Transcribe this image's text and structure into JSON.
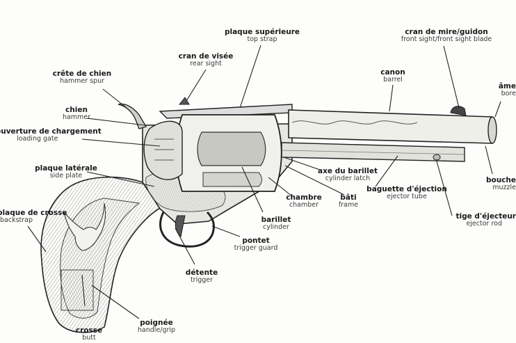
{
  "labels": {
    "plaque_superieure": {
      "fr": "plaque supérieure",
      "en": "top strap"
    },
    "cran_de_mire": {
      "fr": "cran de mire/guidon",
      "en": "front sight/front sight blade"
    },
    "cran_de_visee": {
      "fr": "cran de visée",
      "en": "rear sight"
    },
    "crete_de_chien": {
      "fr": "crête de chien",
      "en": "hammer spur"
    },
    "canon": {
      "fr": "canon",
      "en": "barrel"
    },
    "ame": {
      "fr": "âme",
      "en": "bore"
    },
    "chien": {
      "fr": "chien",
      "en": "hammer"
    },
    "ouverture": {
      "fr": "ouverture de chargement",
      "en": "loading gate"
    },
    "axe_barillet": {
      "fr": "axe du barillet",
      "en": "cylinder latch"
    },
    "plaque_laterale": {
      "fr": "plaque latérale",
      "en": "side plate"
    },
    "baguette": {
      "fr": "baguette d'éjection",
      "en": "ejector tube"
    },
    "chambre": {
      "fr": "chambre",
      "en": "chamber"
    },
    "bati": {
      "fr": "bâti",
      "en": "frame"
    },
    "bouche": {
      "fr": "bouche",
      "en": "muzzle"
    },
    "plaque_crosse": {
      "fr": "plaque de crosse",
      "en": "backstrap"
    },
    "tige": {
      "fr": "tige d'éjecteur",
      "en": "ejector rod"
    },
    "barillet": {
      "fr": "barillet",
      "en": "cylinder"
    },
    "pontet": {
      "fr": "pontet",
      "en": "trigger guard"
    },
    "detente": {
      "fr": "détente",
      "en": "trigger"
    },
    "poignee": {
      "fr": "poignée",
      "en": "handle/grip"
    },
    "crosse": {
      "fr": "crosse",
      "en": "butt"
    }
  },
  "colors": {
    "ink": "#1a1a1a",
    "paper": "#fdfdfb"
  }
}
